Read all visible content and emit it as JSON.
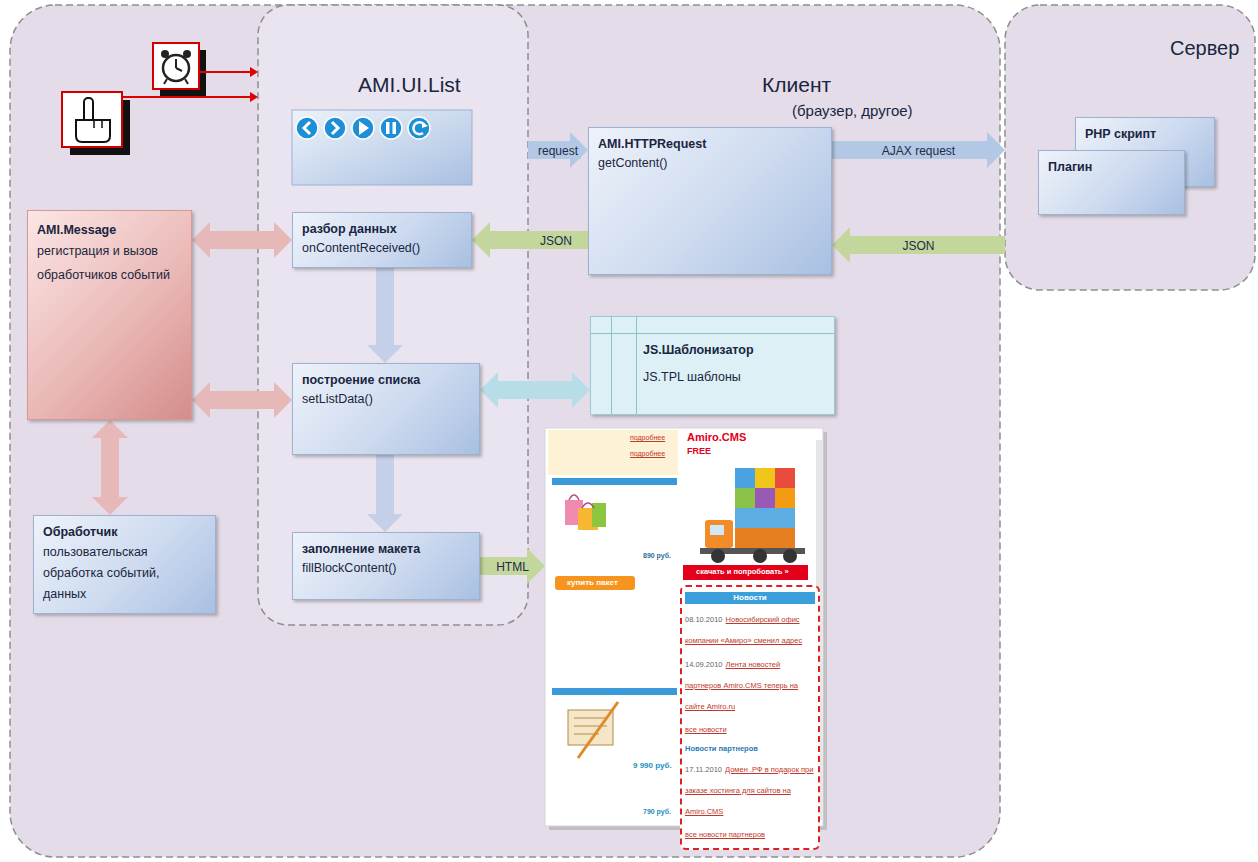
{
  "diagram": {
    "nodes": [
      {
        "text": [
          "Клиент",
          "(браузер, другое)"
        ]
      },
      {
        "text": [
          "AMI.UI.List"
        ],
        "in": 0
      },
      {
        "text": [
          "разбор данных",
          "onContentReceived()"
        ],
        "in": 1
      },
      {
        "text": [
          "построение списка",
          "setListData()"
        ],
        "in": 1
      },
      {
        "text": [
          "заполнение макета",
          "fillBlockContent()"
        ],
        "in": 1
      },
      {
        "text": [
          "AMI.HTTPRequest",
          "getContent()"
        ],
        "in": 0
      },
      {
        "text": [
          "AMI.Message",
          "регистрация и вызов обработчиков событий"
        ],
        "in": 0
      },
      {
        "text": [
          "Обработчик",
          "пользовательская обработка событий, данных"
        ],
        "in": 0
      },
      {
        "text": [
          "JS.Шаблонизатор",
          "JS.TPL шаблоны"
        ],
        "in": 0
      },
      {
        "text": [
          "подробнее",
          "подробнее",
          "890 руб.",
          "купить пакет",
          "Amiro.CMS",
          "FREE",
          "скачать и попробовать »",
          "9 990 руб.",
          "790 руб."
        ],
        "in": 0
      },
      {
        "text": [
          "Новости",
          "08.10.2010",
          "Новосибирский офис компании «Амиро» сменил адрес",
          "14.09.2010",
          "Лента новостей партнеров Amiro.CMS теперь на сайте Amiro.ru",
          "все новости",
          "Новости партнеров",
          "17.11.2010",
          "Домен .РФ в подарок при заказе хостинга для сайтов на Amiro.CMS",
          "все новости партнеров"
        ],
        "in": 9
      },
      {
        "text": [
          "Сервер"
        ]
      },
      {
        "text": [
          "PHP скрипт"
        ],
        "in": 11
      },
      {
        "text": [
          "Плагин"
        ],
        "in": 11
      }
    ],
    "edges": [
      {
        "from": 1,
        "to": 5,
        "label": "request",
        "arrow": "to"
      },
      {
        "from": 5,
        "to": 11,
        "label": "AJAX request",
        "arrow": "to"
      },
      {
        "from": 11,
        "to": 5,
        "label": "JSON",
        "arrow": "to"
      },
      {
        "from": 5,
        "to": 2,
        "label": "JSON",
        "arrow": "to"
      },
      {
        "from": 6,
        "to": 2,
        "arrow": "both"
      },
      {
        "from": 2,
        "to": 3,
        "arrow": "to"
      },
      {
        "from": 6,
        "to": 3,
        "arrow": "both"
      },
      {
        "from": 3,
        "to": 8,
        "arrow": "both"
      },
      {
        "from": 3,
        "to": 4,
        "arrow": "to"
      },
      {
        "from": 4,
        "to": 9,
        "label": "HTML",
        "arrow": "to"
      },
      {
        "from": 6,
        "to": 7,
        "arrow": "both"
      }
    ]
  }
}
